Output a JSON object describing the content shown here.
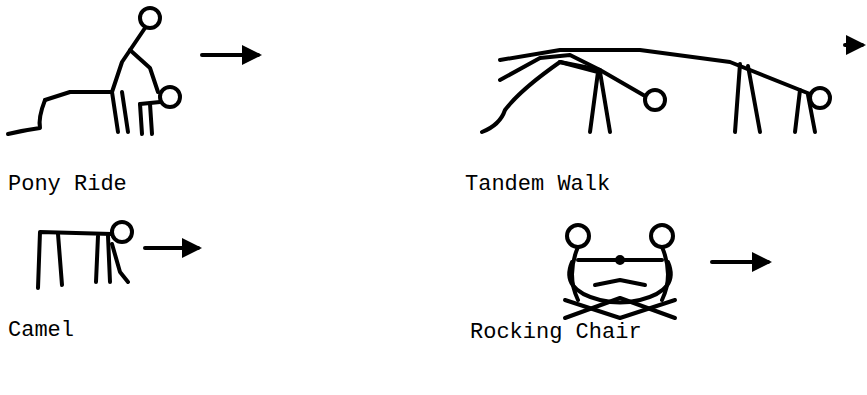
{
  "diagram": {
    "labels": [
      "Pony Ride",
      "Tandem Walk",
      "Camel",
      "Rocking Chair"
    ]
  }
}
